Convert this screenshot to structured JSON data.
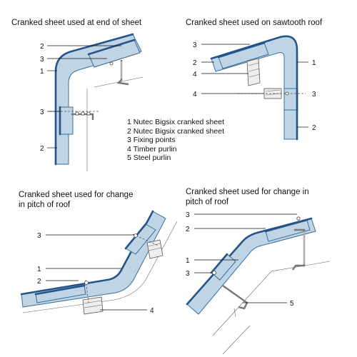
{
  "titles": {
    "end_of_sheet": "Cranked sheet used at end of sheet",
    "sawtooth": "Cranked sheet used on sawtooth roof",
    "pitch_change_timber_line1": "Cranked sheet used for change",
    "pitch_change_timber_line2": "in pitch of roof",
    "pitch_change_steel_line1": "Cranked sheet used for change in",
    "pitch_change_steel_line2": "pitch of roof"
  },
  "legend": [
    "1 Nutec Bigsix cranked sheet",
    "2 Nutec Bigsix cranked sheet",
    "3 Fixing points",
    "4 Timber purlin",
    "5 Steel purlin"
  ],
  "callouts": {
    "d1": [
      "2",
      "3",
      "1",
      "3",
      "2"
    ],
    "d2": [
      "3",
      "2",
      "4",
      "1",
      "4",
      "3",
      "2"
    ],
    "d3": [
      "3",
      "1",
      "2",
      "4"
    ],
    "d4": [
      "3",
      "2",
      "1",
      "3",
      "5"
    ]
  },
  "colors": {
    "sheet_fill": "#bfd5e6",
    "sheet_edge": "#24558a",
    "bracket": "#777777",
    "timber": "#eeeeee"
  }
}
